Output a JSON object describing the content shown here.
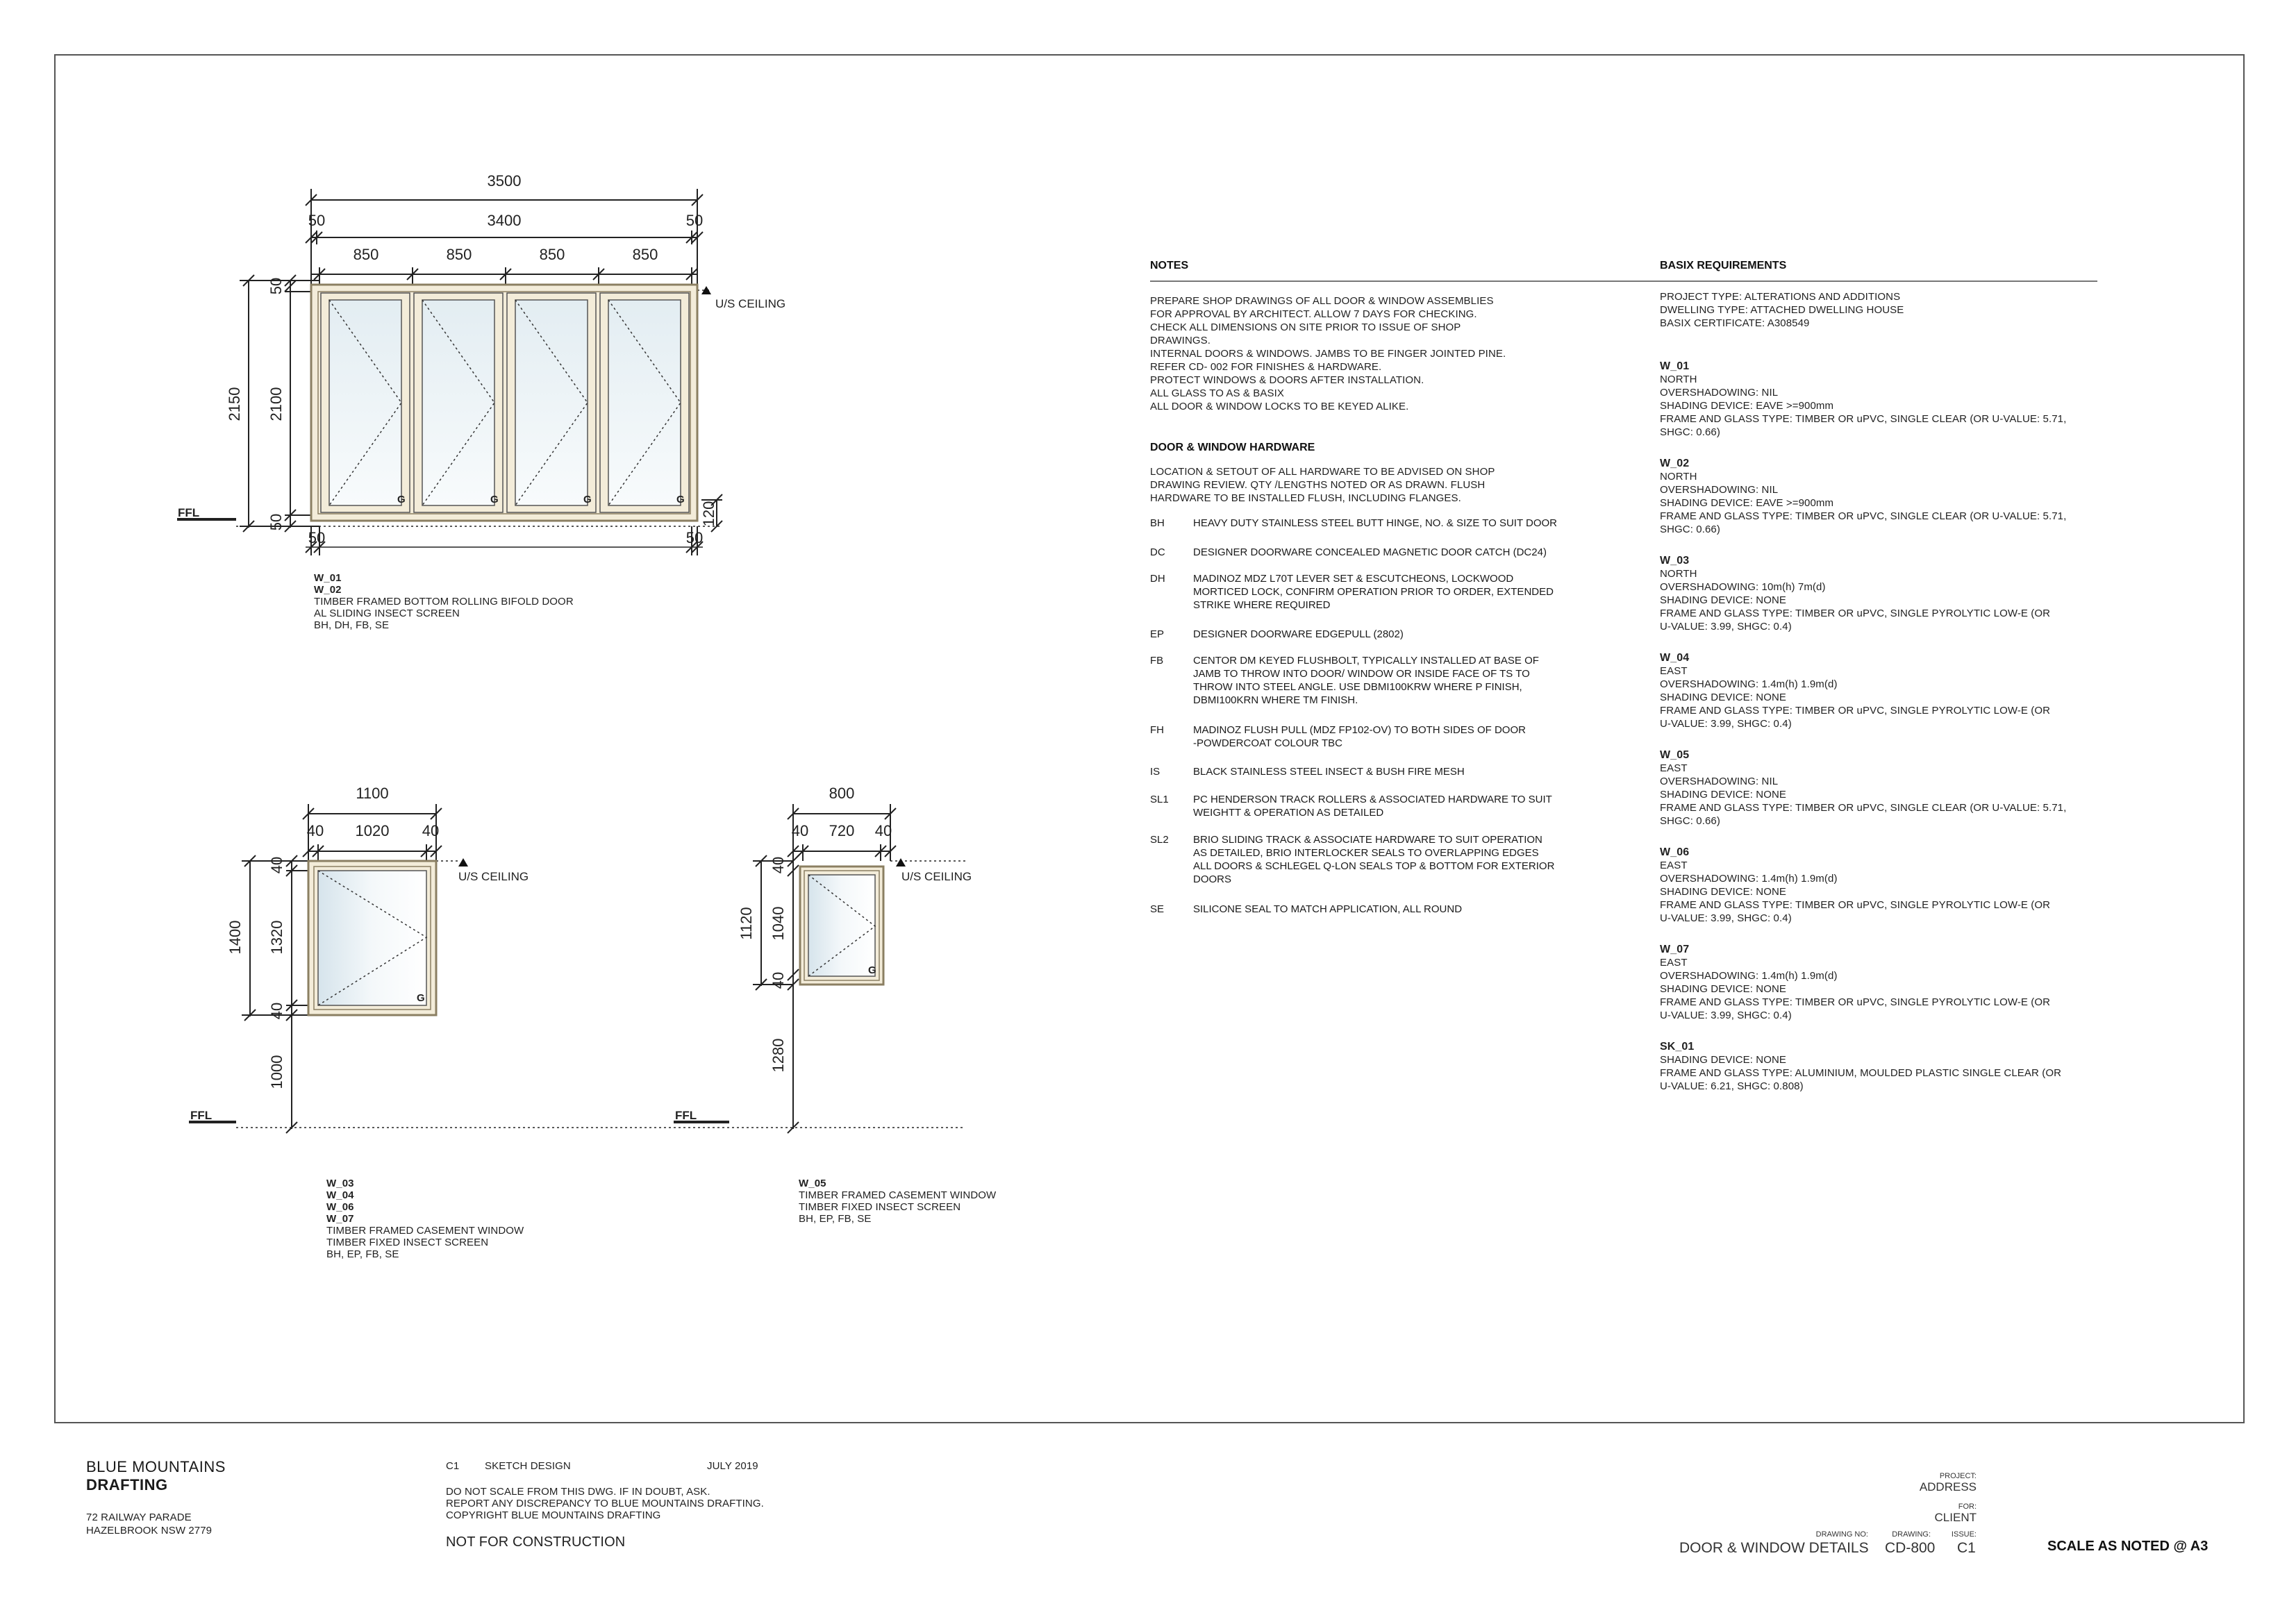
{
  "elevation_1": {
    "dims": {
      "overall": "3500",
      "inner": "3400",
      "side_left": "50",
      "side_right": "50",
      "panels": [
        "850",
        "850",
        "850",
        "850"
      ],
      "height_overall": "2150",
      "height_inner": "2100",
      "top_gap": "50",
      "bottom_gap": "50",
      "bottom_left": "50",
      "bottom_right": "50",
      "sill": "120"
    },
    "ceiling_label": "U/S CEILING",
    "ffl_label": "FFL",
    "glass_tag": "G",
    "caption": [
      "W_01",
      "W_02",
      "TIMBER FRAMED BOTTOM ROLLING BIFOLD DOOR",
      "AL SLIDING INSECT SCREEN",
      "BH, DH, FB, SE"
    ]
  },
  "elevation_2": {
    "dims": {
      "overall": "1100",
      "inner": "1020",
      "left": "40",
      "right": "40",
      "height_overall": "1400",
      "height_inner": "1320",
      "top_gap": "40",
      "bottom_gap": "40",
      "sill_height": "1000"
    },
    "ceiling_label": "U/S CEILING",
    "ffl_label": "FFL",
    "glass_tag": "G",
    "caption": [
      "W_03",
      "W_04",
      "W_06",
      "W_07",
      "TIMBER FRAMED CASEMENT WINDOW",
      "TIMBER FIXED INSECT SCREEN",
      "BH, EP, FB, SE"
    ]
  },
  "elevation_3": {
    "dims": {
      "overall": "800",
      "inner": "720",
      "left": "40",
      "right": "40",
      "height_overall": "1120",
      "height_inner": "1040",
      "top_gap": "40",
      "bottom_gap": "40",
      "sill_height": "1280"
    },
    "ceiling_label": "U/S CEILING",
    "ffl_label": "FFL",
    "glass_tag": "G",
    "caption": [
      "W_05",
      "TIMBER FRAMED CASEMENT WINDOW",
      "TIMBER FIXED INSECT SCREEN",
      "BH, EP, FB, SE"
    ]
  },
  "notes": {
    "title": "NOTES",
    "lines": [
      "PREPARE SHOP DRAWINGS OF ALL DOOR & WINDOW ASSEMBLIES",
      "FOR APPROVAL BY ARCHITECT. ALLOW 7 DAYS FOR CHECKING.",
      "CHECK ALL DIMENSIONS ON SITE PRIOR TO ISSUE OF SHOP",
      "DRAWINGS.",
      "INTERNAL DOORS & WINDOWS. JAMBS TO BE FINGER JOINTED PINE.",
      "REFER CD- 002 FOR FINISHES & HARDWARE.",
      "PROTECT WINDOWS & DOORS AFTER INSTALLATION.",
      "ALL GLASS TO AS & BASIX",
      "ALL DOOR & WINDOW LOCKS TO BE KEYED ALIKE."
    ]
  },
  "hardware": {
    "title": "DOOR & WINDOW HARDWARE",
    "intro": [
      "LOCATION & SETOUT OF ALL HARDWARE TO BE ADVISED ON SHOP",
      "DRAWING REVIEW. QTY /LENGTHS NOTED OR AS DRAWN. FLUSH",
      "HARDWARE TO BE INSTALLED FLUSH, INCLUDING FLANGES."
    ],
    "items": [
      {
        "code": "BH",
        "lines": [
          "HEAVY DUTY STAINLESS STEEL BUTT HINGE, NO. & SIZE TO SUIT DOOR"
        ]
      },
      {
        "code": "DC",
        "lines": [
          "DESIGNER DOORWARE CONCEALED MAGNETIC DOOR CATCH (DC24)"
        ]
      },
      {
        "code": "DH",
        "lines": [
          "MADINOZ MDZ L70T LEVER SET & ESCUTCHEONS, LOCKWOOD",
          "MORTICED LOCK, CONFIRM OPERATION PRIOR TO ORDER, EXTENDED",
          "STRIKE WHERE REQUIRED"
        ]
      },
      {
        "code": "EP",
        "lines": [
          "DESIGNER DOORWARE EDGEPULL (2802)"
        ]
      },
      {
        "code": "FB",
        "lines": [
          "CENTOR DM KEYED FLUSHBOLT, TYPICALLY INSTALLED AT BASE OF",
          "JAMB TO THROW INTO DOOR/ WINDOW OR INSIDE FACE OF TS TO",
          "THROW INTO STEEL ANGLE. USE DBMI100KRW WHERE P FINISH,",
          "DBMI100KRN WHERE TM FINISH."
        ]
      },
      {
        "code": "FH",
        "lines": [
          "MADINOZ FLUSH PULL (MDZ FP102-OV) TO BOTH SIDES OF DOOR",
          "-POWDERCOAT COLOUR TBC"
        ]
      },
      {
        "code": "IS",
        "lines": [
          "BLACK STAINLESS STEEL INSECT & BUSH FIRE MESH"
        ]
      },
      {
        "code": "SL1",
        "lines": [
          "PC HENDERSON TRACK ROLLERS & ASSOCIATED HARDWARE TO SUIT",
          "WEIGHTT & OPERATION AS DETAILED"
        ]
      },
      {
        "code": "SL2",
        "lines": [
          "BRIO SLIDING TRACK & ASSOCIATE HARDWARE TO SUIT OPERATION",
          "AS DETAILED, BRIO INTERLOCKER SEALS TO OVERLAPPING EDGES",
          "ALL DOORS & SCHLEGEL Q-LON SEALS TOP & BOTTOM FOR EXTERIOR",
          "DOORS"
        ]
      },
      {
        "code": "SE",
        "lines": [
          "SILICONE SEAL TO MATCH APPLICATION, ALL ROUND"
        ]
      }
    ]
  },
  "basix": {
    "title": "BASIX REQUIREMENTS",
    "intro": [
      "PROJECT TYPE: ALTERATIONS AND ADDITIONS",
      "DWELLING TYPE: ATTACHED DWELLING HOUSE",
      "BASIX CERTIFICATE: A308549"
    ],
    "items": [
      {
        "id": "W_01",
        "lines": [
          "NORTH",
          "OVERSHADOWING:  NIL",
          "SHADING DEVICE: EAVE >=900mm",
          "FRAME AND GLASS TYPE: TIMBER OR uPVC, SINGLE CLEAR (OR U-VALUE: 5.71,",
          "SHGC: 0.66)"
        ]
      },
      {
        "id": "W_02",
        "lines": [
          "NORTH",
          "OVERSHADOWING:  NIL",
          "SHADING DEVICE: EAVE >=900mm",
          "FRAME AND GLASS TYPE: TIMBER OR uPVC, SINGLE CLEAR (OR U-VALUE: 5.71,",
          "SHGC: 0.66)"
        ]
      },
      {
        "id": "W_03",
        "lines": [
          "NORTH",
          "OVERSHADOWING:  10m(h) 7m(d)",
          "SHADING DEVICE: NONE",
          "FRAME AND GLASS TYPE: TIMBER OR uPVC, SINGLE PYROLYTIC LOW-E (OR",
          "U-VALUE: 3.99, SHGC: 0.4)"
        ]
      },
      {
        "id": "W_04",
        "lines": [
          "EAST",
          "OVERSHADOWING: 1.4m(h) 1.9m(d)",
          "SHADING DEVICE: NONE",
          "FRAME AND GLASS TYPE: TIMBER OR uPVC, SINGLE PYROLYTIC LOW-E (OR",
          "U-VALUE: 3.99, SHGC: 0.4)"
        ]
      },
      {
        "id": "W_05",
        "lines": [
          "EAST",
          "OVERSHADOWING: NIL",
          "SHADING DEVICE: NONE",
          "FRAME AND GLASS TYPE: TIMBER OR uPVC, SINGLE CLEAR (OR U-VALUE: 5.71,",
          "SHGC: 0.66)"
        ]
      },
      {
        "id": "W_06",
        "lines": [
          "EAST",
          "OVERSHADOWING: 1.4m(h) 1.9m(d)",
          "SHADING DEVICE: NONE",
          "FRAME AND GLASS TYPE: TIMBER OR uPVC, SINGLE PYROLYTIC LOW-E (OR",
          "U-VALUE: 3.99, SHGC: 0.4)"
        ]
      },
      {
        "id": "W_07",
        "lines": [
          "EAST",
          "OVERSHADOWING: 1.4m(h) 1.9m(d)",
          "SHADING DEVICE: NONE",
          "FRAME AND GLASS TYPE: TIMBER OR uPVC, SINGLE PYROLYTIC LOW-E (OR",
          "U-VALUE: 3.99, SHGC: 0.4)"
        ]
      },
      {
        "id": "SK_01",
        "lines": [
          "SHADING DEVICE: NONE",
          "FRAME AND GLASS TYPE: ALUMINIUM, MOULDED PLASTIC SINGLE CLEAR (OR",
          "U-VALUE: 6.21, SHGC: 0.808)"
        ]
      }
    ]
  },
  "title_block": {
    "firm_line1": "BLUE MOUNTAINS",
    "firm_line2": "DRAFTING",
    "address_lines": [
      "72 RAILWAY PARADE",
      "HAZELBROOK NSW 2779"
    ],
    "revision_code": "C1",
    "revision_desc": "SKETCH DESIGN",
    "revision_date": "JULY 2019",
    "disclaimer": [
      "DO NOT SCALE FROM THIS DWG. IF IN DOUBT, ASK.",
      "REPORT ANY DISCREPANCY TO BLUE MOUNTAINS DRAFTING.",
      "COPYRIGHT BLUE MOUNTAINS DRAFTING"
    ],
    "status": "NOT FOR CONSTRUCTION",
    "project_label": "PROJECT:",
    "project_value": "ADDRESS",
    "for_label": "FOR:",
    "for_value": "CLIENT",
    "drawing_no_label": "DRAWING NO:",
    "drawing_label": "DRAWING:",
    "issue_label": "ISSUE:",
    "drawing_title": "DOOR & WINDOW DETAILS",
    "drawing_no": "CD-800",
    "issue": "C1",
    "scale": "SCALE AS NOTED @ A3"
  },
  "colors": {
    "frame_fill": "#f3ecd9",
    "frame_stroke": "#8b7f62",
    "glass_top": "#e9f0f4",
    "glass_bottom": "#f7fafb",
    "line": "#222222"
  }
}
